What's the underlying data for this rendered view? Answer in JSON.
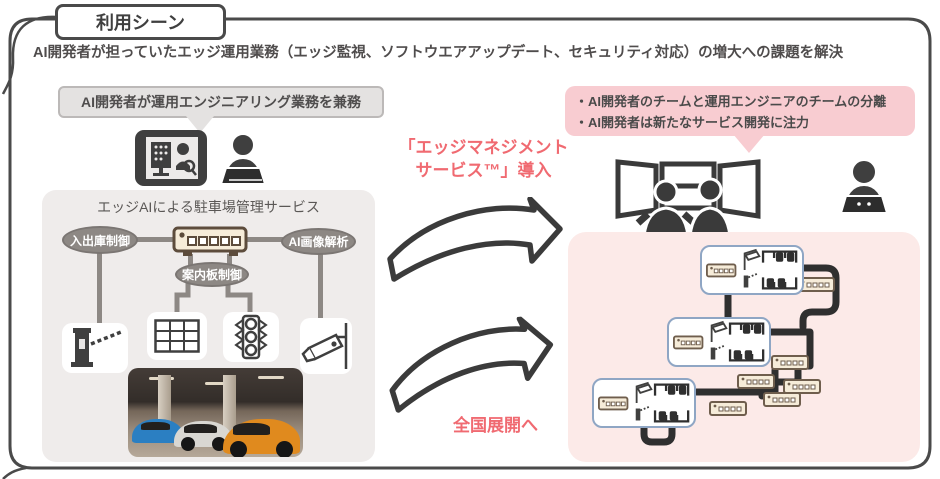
{
  "page": {
    "title": "利用シーン",
    "subtitle": "AI開発者が担っていたエッジ運用業務（エッジ監視、ソフトウエアアップデート、セキュリティ対応）の増大への課題を解決"
  },
  "before": {
    "bubble": "AI開発者が運用エンジニアリング業務を兼務",
    "box_title": "エッジAIによる駐車場管理サービス",
    "nodes": {
      "left": "入出庫制御",
      "right": "AI画像解析",
      "bottom": "案内板制御"
    }
  },
  "transition": {
    "service_line1": "「エッジマネジメント",
    "service_line2": "サービス™」導入",
    "expand_label": "全国展開へ"
  },
  "after": {
    "bubble_items": [
      "・AI開発者のチームと運用エンジニアのチームの分離",
      "・AI開発者は新たなサービス開発に注力"
    ]
  },
  "colors": {
    "accent_red": "#f06a71",
    "pink_panel": "#fceae8",
    "pink_bubble": "#f8ccd1",
    "gray_panel": "#efeceb",
    "gray_bubble": "#e4e2e1",
    "frame_dark": "#4a4a4a",
    "device_beige": "#f6ecd9"
  }
}
